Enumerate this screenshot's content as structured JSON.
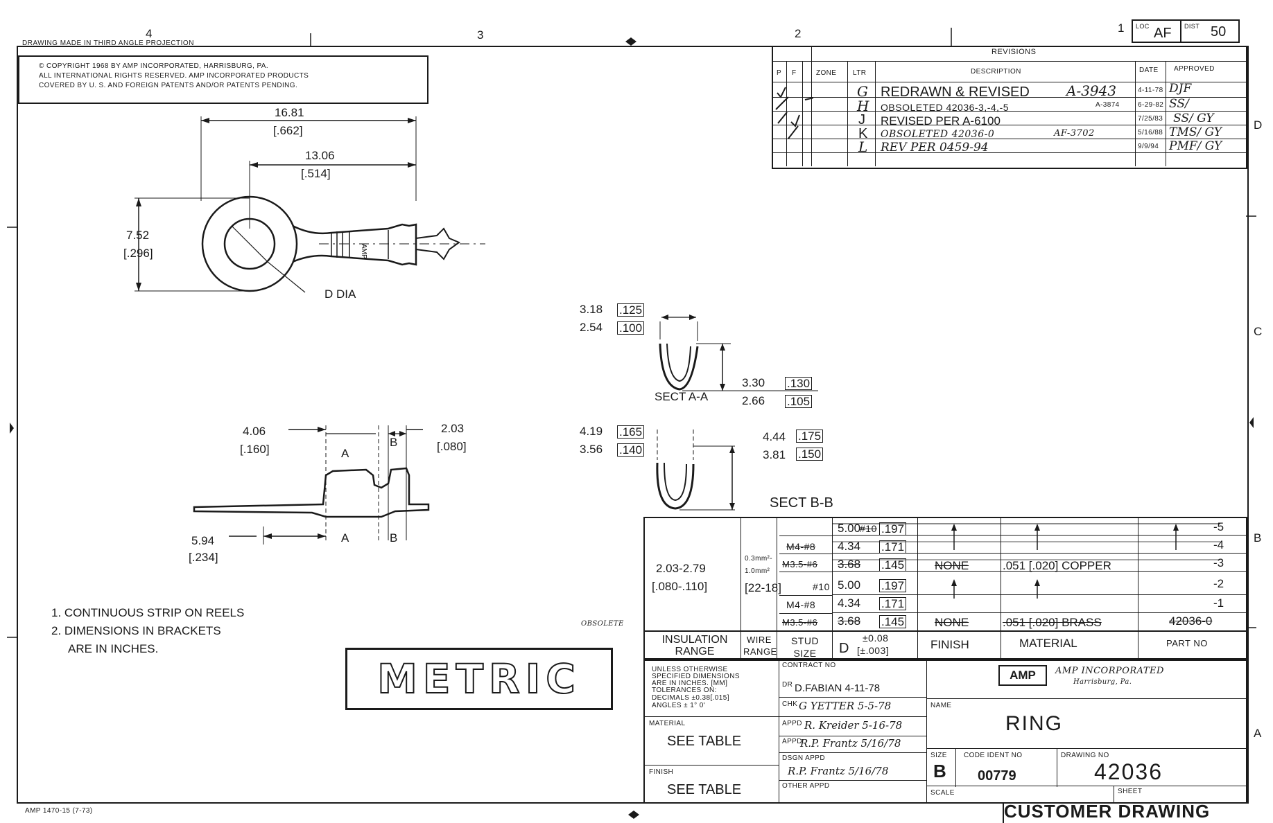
{
  "projection_note": "DRAWING MADE IN THIRD ANGLE PROJECTION",
  "form_number": "AMP 1470-15 (7-73)",
  "border": {
    "top_zones": [
      "4",
      "3",
      "2",
      "1"
    ],
    "side_zones": [
      "D",
      "C",
      "B",
      "A"
    ]
  },
  "loc_dist": {
    "loc_label": "LOC",
    "loc_value": "AF",
    "dist_label": "DIST",
    "dist_value": "50"
  },
  "copyright": {
    "line1": "© COPYRIGHT 1968     BY AMP INCORPORATED, HARRISBURG, PA.",
    "line2": "ALL INTERNATIONAL RIGHTS RESERVED. AMP INCORPORATED PRODUCTS",
    "line3": "COVERED BY U. S. AND FOREIGN PATENTS AND/OR PATENTS PENDING."
  },
  "revisions": {
    "title": "REVISIONS",
    "headers": [
      "P",
      "F",
      "ZONE",
      "LTR",
      "DESCRIPTION",
      "DATE",
      "APPROVED"
    ],
    "rows": [
      {
        "ltr": "G",
        "description": "REDRAWN & REVISED",
        "ref": "A-3943",
        "date": "4-11-78",
        "approved": "DJF"
      },
      {
        "ltr": "H",
        "description": "OBSOLETED 42036-3,-4,-5",
        "ref": "A-3874",
        "date": "6-29-82",
        "approved": "SS/"
      },
      {
        "ltr": "J",
        "description": "REVISED  PER  A-6100",
        "ref": "",
        "date": "7/25/83",
        "approved": "SS/ GY"
      },
      {
        "ltr": "K",
        "description": "OBSOLETED 42036-0",
        "ref": "AF-3702",
        "date": "5/16/88",
        "approved": "TMS/ GY"
      },
      {
        "ltr": "L",
        "description": "REV PER 0459-94",
        "ref": "",
        "date": "9/9/94",
        "approved": "PMF/ GY"
      }
    ]
  },
  "dims": {
    "top_len_mm": "16.81",
    "top_len_in": ".662",
    "mid_len_mm": "13.06",
    "mid_len_in": ".514",
    "width_mm": "7.52",
    "width_in": ".296",
    "d_dia": "D DIA",
    "a_len_mm": "4.06",
    "a_len_in": ".160",
    "b_len_mm": "2.03",
    "b_len_in": ".080",
    "pitch_mm": "5.94",
    "pitch_in": ".234",
    "label_a": "A",
    "label_b": "B",
    "sect_a_w_mm_1": "3.18",
    "sect_a_w_in_1": ".125",
    "sect_a_w_mm_2": "2.54",
    "sect_a_w_in_2": ".100",
    "sect_a_h_mm_1": "3.30",
    "sect_a_h_in_1": ".130",
    "sect_a_h_mm_2": "2.66",
    "sect_a_h_in_2": ".105",
    "sect_a_label": "SECT A-A",
    "sect_b_w_mm_1": "4.19",
    "sect_b_w_in_1": ".165",
    "sect_b_w_mm_2": "3.56",
    "sect_b_w_in_2": ".140",
    "sect_b_h_mm_1": "4.44",
    "sect_b_h_in_1": ".175",
    "sect_b_h_mm_2": "3.81",
    "sect_b_h_in_2": ".150",
    "sect_b_label": "SECT B-B"
  },
  "notes": [
    "1. CONTINUOUS STRIP ON REELS",
    "2. DIMENSIONS IN BRACKETS",
    "ARE IN INCHES."
  ],
  "metric_stamp": "METRIC",
  "obsolete_note": "OBSOLETE",
  "part_table": {
    "insulation_range": "2.03-2.79",
    "insulation_range_in": ".080-.110",
    "wire_range_mm": "0.3mm²-",
    "wire_range_mm2": "1.0mm²",
    "wire_range_awg": "22-18",
    "rows": [
      {
        "stud": "#10",
        "d": "5.00",
        "d_in": ".197",
        "finish": "",
        "material": "",
        "part": "-5"
      },
      {
        "stud": "M4-#8",
        "d": "4.34",
        "d_in": ".171",
        "finish": "",
        "material": "",
        "part": "-4"
      },
      {
        "stud": "M3.5-#6",
        "d": "3.68",
        "d_in": ".145",
        "finish": "NONE",
        "material": ".051 [.020] COPPER",
        "part": "-3"
      },
      {
        "stud": "#10",
        "d": "5.00",
        "d_in": ".197",
        "finish": "",
        "material": "",
        "part": "-2"
      },
      {
        "stud": "M4-#8",
        "d": "4.34",
        "d_in": ".171",
        "finish": "",
        "material": "",
        "part": "-1"
      },
      {
        "stud": "M3.5-#6",
        "d": "3.68",
        "d_in": ".145",
        "finish": "NONE",
        "material": ".051 [.020] BRASS",
        "part": "42036-0"
      }
    ],
    "headers": {
      "insulation": "INSULATION RANGE",
      "wire": "WIRE RANGE",
      "stud": "STUD SIZE",
      "d": "D",
      "d_tol_mm": "±0.08",
      "d_tol_in": "[±.003]",
      "finish": "FINISH",
      "material": "MATERIAL",
      "part": "PART NO"
    }
  },
  "title_block": {
    "tolerances_1": "UNLESS OTHERWISE",
    "tolerances_2": "SPECIFIED DIMENSIONS",
    "tolerances_3": "ARE IN INCHES. [MM]",
    "tolerances_4": "TOLERANCES ON:",
    "tolerances_5": "DECIMALS   ±0.38[.015]",
    "tolerances_6": "ANGLES      ± 1° 0'",
    "contract_label": "CONTRACT NO",
    "dr_label": "DR",
    "dr_value": "D.FABIAN 4-11-78",
    "chk_label": "CHK",
    "chk_value": "G YETTER 5-5-78",
    "appd_label": "APPD",
    "appd_value": "R. Kreider 5-16-78",
    "appd2_label": "APPD",
    "appd2_value": "R.P. Frantz 5/16/78",
    "dsgn_label": "DSGN APPD",
    "dsgn_value": "R.P. Frantz 5/16/78",
    "other_label": "OTHER APPD",
    "material_label": "MATERIAL",
    "material_value": "SEE TABLE",
    "finish_label": "FINISH",
    "finish_value": "SEE TABLE",
    "company_logo": "AMP",
    "company_name": "AMP INCORPORATED",
    "company_city": "Harrisburg, Pa.",
    "name_label": "NAME",
    "name_value": "RING",
    "size_label": "SIZE",
    "size_value": "B",
    "code_label": "CODE IDENT NO",
    "code_value": "00779",
    "drawing_label": "DRAWING NO",
    "drawing_value": "42036",
    "scale_label": "SCALE",
    "sheet_label": "SHEET"
  },
  "footer_title": "CUSTOMER DRAWING"
}
